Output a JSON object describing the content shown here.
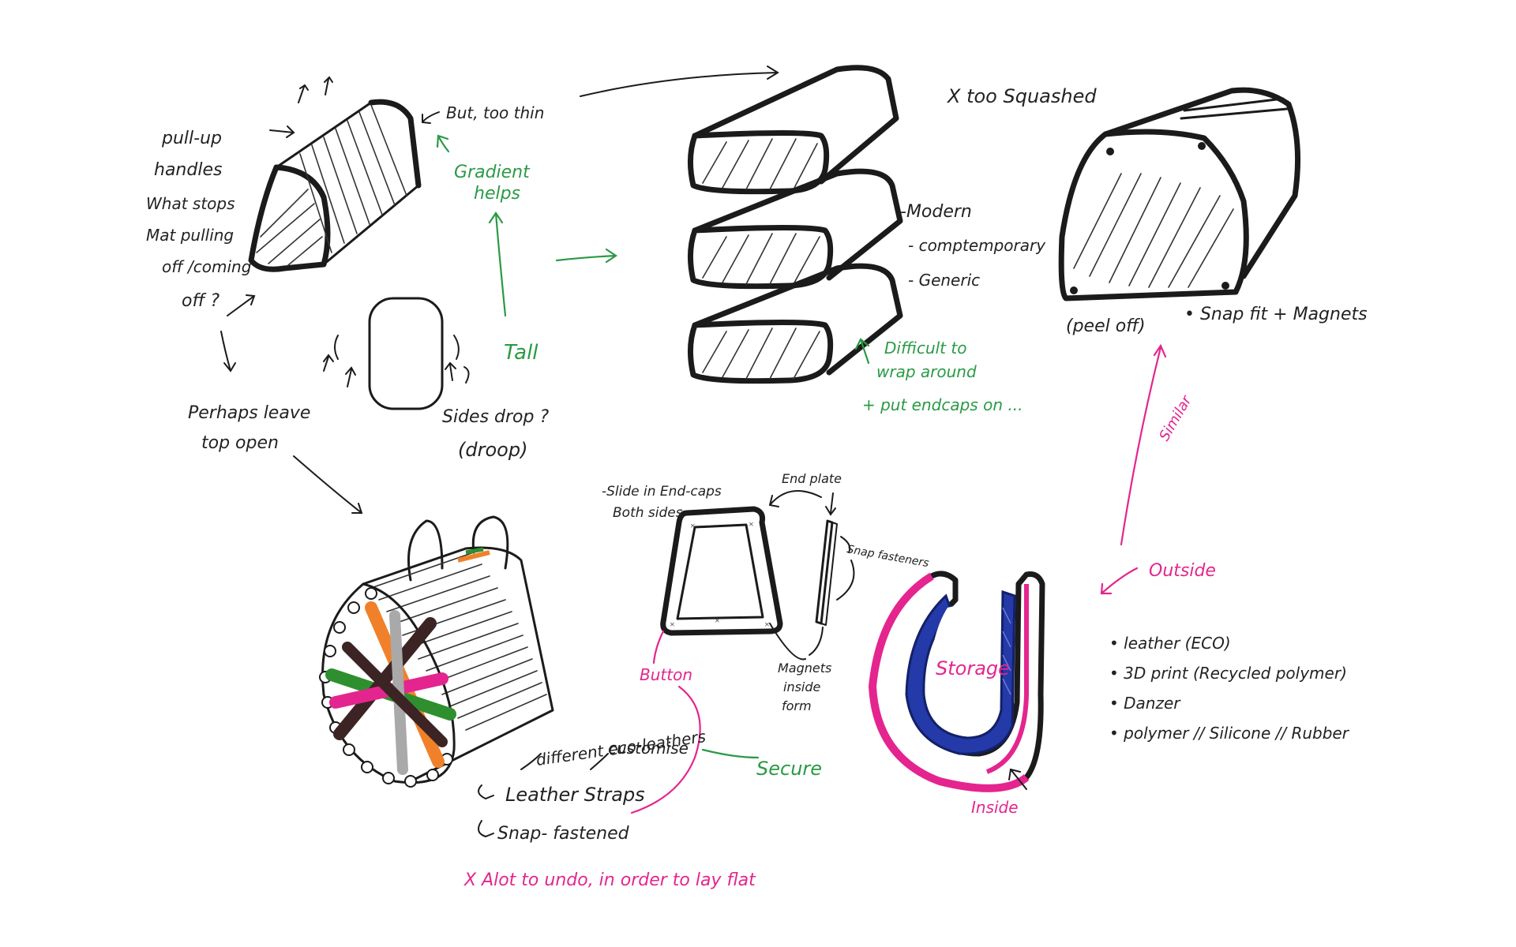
{
  "colors": {
    "ink": "#1b1b1b",
    "green": "#2a9a45",
    "pink": "#e4258f",
    "blue": "#233aa8",
    "orange": "#f0812a",
    "peach": "#f2c9a0",
    "leather_green": "#2f8f2f",
    "leather_brown": "#3d2424",
    "grey": "#a9a9a9"
  },
  "notes": {
    "pullup_1": "pull-up",
    "pullup_2": "handles",
    "pullup_3": "What stops",
    "pullup_4": "Mat pulling",
    "pullup_5": "off /coming",
    "pullup_6": "off ?",
    "too_thin": "But, too thin",
    "gradient_1": "Gradient",
    "gradient_2": "helps",
    "tall": "Tall",
    "perhaps_1": "Perhaps leave",
    "perhaps_2": "top open",
    "sides_1": "Sides drop ?",
    "sides_2": "(droop)",
    "too_squashed": "X too Squashed",
    "modern": "-Modern",
    "contemporary": "- comptemporary",
    "generic": "- Generic",
    "difficult_1": "Difficult to",
    "difficult_2": "wrap around",
    "difficult_3": "+ put endcaps on ...",
    "peel_off": "(peel off)",
    "snap_fit": "• Snap fit + Magnets",
    "similar": "Similar",
    "slide_1": "-Slide in End-caps",
    "slide_2": "Both sides",
    "endplate": "End plate",
    "snap_fasteners": "Snap fasteners",
    "magnets_1": "Magnets",
    "magnets_2": "inside",
    "magnets_3": "form",
    "button": "Button",
    "outside": "Outside",
    "storage": "Storage",
    "inside": "Inside",
    "leather_eco": "• leather (ECO)",
    "print_3d": "• 3D print (Recycled polymer)",
    "danzer": "• Danzer",
    "polymer": "• polymer // Silicone // Rubber",
    "different_eco": "different eco-leathers",
    "customise": "customise",
    "leather_straps": "Leather Straps",
    "snap_fastened": "Snap- fastened",
    "secure": "Secure",
    "alot_to_undo": "X Alot to undo, in order to lay flat"
  }
}
